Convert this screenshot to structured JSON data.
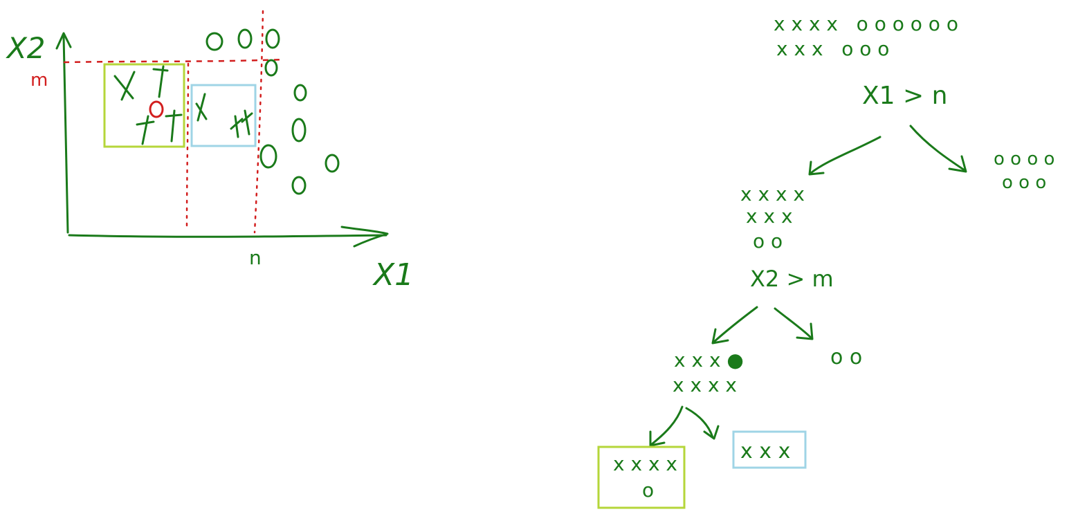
{
  "colors": {
    "ink": "#1a7a1a",
    "accent": "#d21e1e",
    "box_left": "#b5d63a",
    "box_right": "#9fd4e6"
  },
  "plot": {
    "x_axis_label": "X1",
    "y_axis_label": "X2",
    "x_threshold_label": "n",
    "y_threshold_label": "m",
    "points_note": "x = class X, o = class O (red o = misclassified point)"
  },
  "tree": {
    "root_node": {
      "row1": "x x x x   o o o o o o",
      "row2": "x x x   o o o"
    },
    "root_split": "X1 > n",
    "right_leaf": {
      "row1": "o o o o",
      "row2": "o o o"
    },
    "left_node": {
      "row1": "x x x x",
      "row2": "x x x",
      "row3": "o o"
    },
    "second_split": "X2 > m",
    "second_right_leaf": {
      "row1": "o o"
    },
    "second_left_node": {
      "row1": "x x x ●",
      "row2": "x x x x"
    },
    "bottom_left_leaf": {
      "row1": "x x x x",
      "row2": "o"
    },
    "bottom_right_leaf": {
      "row1": "x x x"
    }
  }
}
